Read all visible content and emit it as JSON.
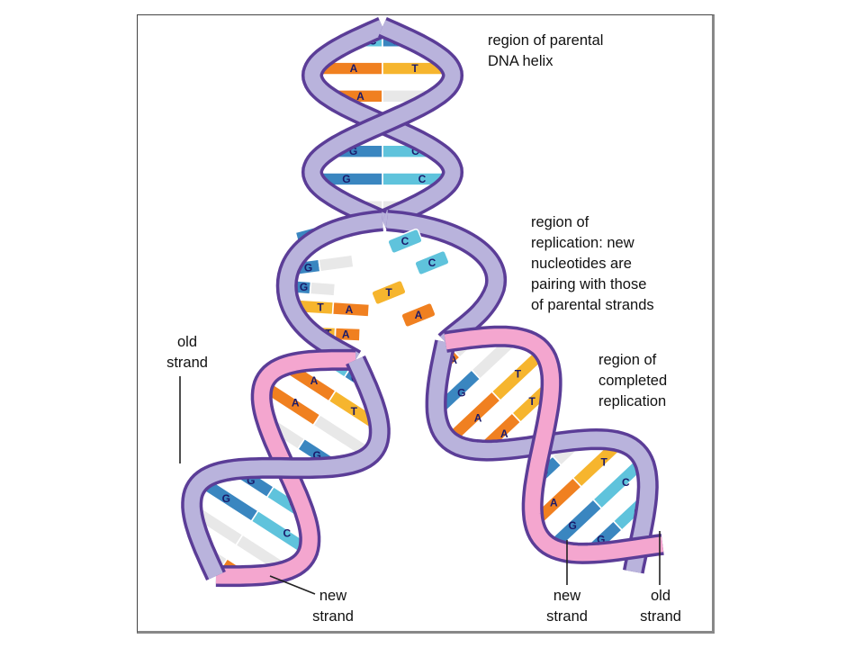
{
  "labels": {
    "parental": "region of parental\nDNA helix",
    "replication": "region of\nreplication: new\nnucleotides are\npairing with those\nof parental strands",
    "completed": "region of\ncompleted\nreplication",
    "old_left": "old\nstrand",
    "new_left": "new\nstrand",
    "new_right": "new\nstrand",
    "old_right": "old\nstrand"
  },
  "colors": {
    "old_strand": "#b9b3dc",
    "new_strand": "#f4a6cf",
    "dark_edge": "#5b3d97",
    "base_c": "#5fc3dc",
    "base_g": "#3a86c0",
    "base_a": "#f08020",
    "base_t": "#f6b52e"
  },
  "top_rungs": [
    {
      "l": "C",
      "r": "G"
    },
    {
      "l": "A",
      "r": "T"
    },
    {
      "l": "A",
      "r": ""
    },
    {
      "l": "",
      "r": "G"
    },
    {
      "l": "C",
      "r": "G"
    },
    {
      "l": "C",
      "r": "G"
    },
    {
      "l": "",
      "r": ""
    }
  ],
  "fork_rungs": [
    {
      "l": "G",
      "r": "C"
    },
    {
      "l": "G",
      "r": ""
    },
    {
      "l": "G",
      "r": ""
    },
    {
      "l": "T",
      "r": "A"
    },
    {
      "l": "T",
      "r": "A"
    }
  ],
  "free_nucleotides": [
    {
      "t": "C"
    },
    {
      "t": "C"
    },
    {
      "t": "T"
    },
    {
      "t": "A"
    }
  ],
  "left_rungs": [
    {
      "l": "C",
      "r": "G"
    },
    {
      "l": "A",
      "r": "T"
    },
    {
      "l": "A",
      "r": ""
    },
    {
      "l": "",
      "r": "G"
    },
    {
      "l": "T",
      "r": "A"
    },
    {
      "l": "C",
      "r": "G"
    },
    {
      "l": "C",
      "r": "G"
    },
    {
      "l": "",
      "r": ""
    },
    {
      "l": "A",
      "r": ""
    }
  ],
  "right_rungs": [
    {
      "l": "A",
      "r": ""
    },
    {
      "l": "G",
      "r": ""
    },
    {
      "l": "A",
      "r": "T"
    },
    {
      "l": "A",
      "r": "T"
    },
    {
      "l": "",
      "r": ""
    },
    {
      "l": "",
      "r": "G"
    },
    {
      "l": "T",
      "r": "A"
    },
    {
      "l": "C",
      "r": "G"
    },
    {
      "l": "C",
      "r": "G"
    },
    {
      "l": "",
      "r": "A"
    }
  ]
}
